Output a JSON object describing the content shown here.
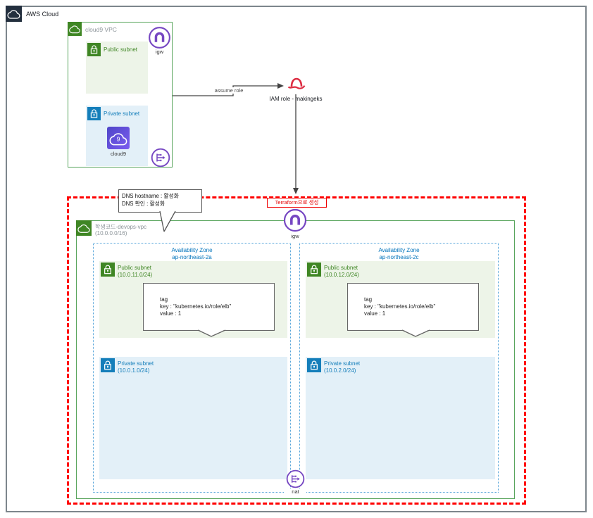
{
  "colors": {
    "public_green": "#3F8624",
    "private_blue": "#147EBA",
    "vpc_border_green": "#58A55C",
    "az_text_blue": "#0073BB",
    "az_border_blue": "#4FA1D8",
    "gateway_purple": "#7647C2",
    "iam_red": "#DD2C41",
    "terraform_red": "#E60000",
    "dashed_red": "#FF0000",
    "aws_dark": "#232F3E"
  },
  "aws_cloud": {
    "label": "AWS Cloud"
  },
  "cloud9_vpc": {
    "title": "cloud9 VPC",
    "igw_label": "igw",
    "public_subnet": {
      "label": "Public subnet"
    },
    "private_subnet": {
      "label": "Private subnet"
    },
    "cloud9_label": "cloud9"
  },
  "connector": {
    "assume_role_label": "assume role"
  },
  "iam_role": {
    "label": "IAM role - makingeks"
  },
  "terraform": {
    "label": "Terraform으로 생성"
  },
  "dns_callout": {
    "line1": "DNS hostname : 활성화",
    "line2": "DNS 확인 : 활성화"
  },
  "devops_vpc": {
    "title": "학생코드-devops-vpc",
    "cidr": "(10.0.0.0/16)",
    "igw_label": "igw",
    "nat_label": "nat",
    "azs": [
      {
        "zone_title": "Availability Zone",
        "zone_name": "ap-northeast-2a",
        "public_subnet": {
          "label": "Public subnet",
          "cidr": "(10.0.11.0/24)"
        },
        "tag_note": {
          "line1": "tag",
          "line2": "key : \"kubernetes.io/role/elb\"",
          "line3": "value : 1"
        },
        "private_subnet": {
          "label": "Private subnet",
          "cidr": "(10.0.1.0/24)"
        }
      },
      {
        "zone_title": "Availability Zone",
        "zone_name": "ap-northeast-2c",
        "public_subnet": {
          "label": "Public subnet",
          "cidr": "(10.0.12.0/24)"
        },
        "tag_note": {
          "line1": "tag",
          "line2": "key : \"kubernetes.io/role/elb\"",
          "line3": "value : 1"
        },
        "private_subnet": {
          "label": "Private subnet",
          "cidr": "(10.0.2.0/24)"
        }
      }
    ]
  }
}
